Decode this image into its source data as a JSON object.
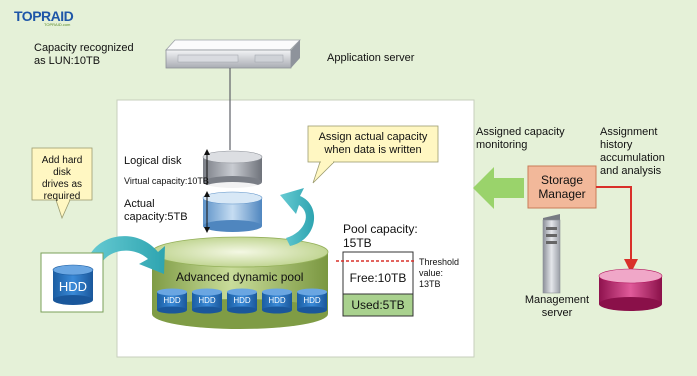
{
  "brand": {
    "logo": "TOPRAID",
    "logo_sub": "TOPRAID.com"
  },
  "labels": {
    "capacity_recognized": [
      "Capacity recognized",
      "as LUN:10TB"
    ],
    "application_server": "Application server",
    "logical_disk": "Logical disk",
    "virtual_capacity": "Virtual capacity:10TB",
    "actual_capacity": [
      "Actual",
      "capacity:5TB"
    ],
    "assign_callout": [
      "Assign actual capacity",
      "when data is written"
    ],
    "add_hdd_callout": [
      "Add hard disk",
      "drives as",
      "required"
    ],
    "hdd": "HDD",
    "pool_name": "Advanced dynamic pool",
    "pool_capacity": [
      "Pool capacity:",
      "15TB"
    ],
    "threshold": [
      "Threshold",
      "value:",
      "13TB"
    ],
    "free": "Free:10TB",
    "used": "Used:5TB",
    "assigned_monitoring": [
      "Assigned capacity",
      "monitoring"
    ],
    "assignment_history": [
      "Assignment",
      "history",
      "accumulation",
      "and analysis"
    ],
    "storage_manager": [
      "Storage",
      "Manager"
    ],
    "management_server": [
      "Management",
      "server"
    ]
  },
  "colors": {
    "background": "#e5f1d8",
    "panel": "#ffffff",
    "pool_green": "#9fbd62",
    "hdd_blue": "#2377c8",
    "arrow_teal": "#3fb6c0",
    "storage_manager": "#f2b89a",
    "free_bar": "#ffffff",
    "used_bar": "#a9d18e",
    "threshold_red": "#d9302a",
    "db_magenta": "#c21d6e",
    "callout_yellow": "#fff7c2"
  },
  "pool_hdd_count": 5
}
